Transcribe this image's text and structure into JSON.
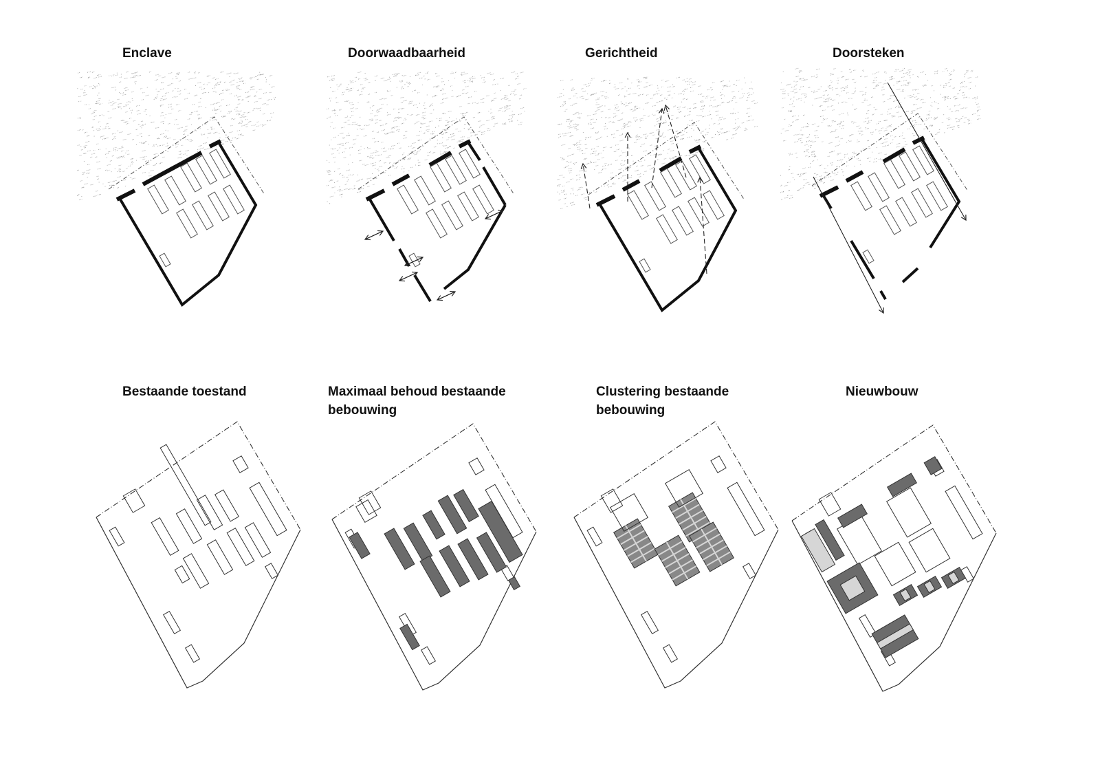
{
  "panels_top": [
    {
      "title": "Enclave"
    },
    {
      "title": "Doorwaadbaarheid"
    },
    {
      "title": "Gerichtheid"
    },
    {
      "title": "Doorsteken"
    }
  ],
  "panels_bottom": [
    {
      "title": "Bestaande toestand"
    },
    {
      "title": "Maximaal behoud bestaande\nbebouwing"
    },
    {
      "title": "Clustering bestaande\nbebouwing"
    },
    {
      "title": "Nieuwbouw"
    }
  ],
  "colors": {
    "wall": "#111111",
    "building_dark": "#6b6b6b",
    "building_light": "#d6d6d6",
    "hatch": "#9a9a9a"
  }
}
